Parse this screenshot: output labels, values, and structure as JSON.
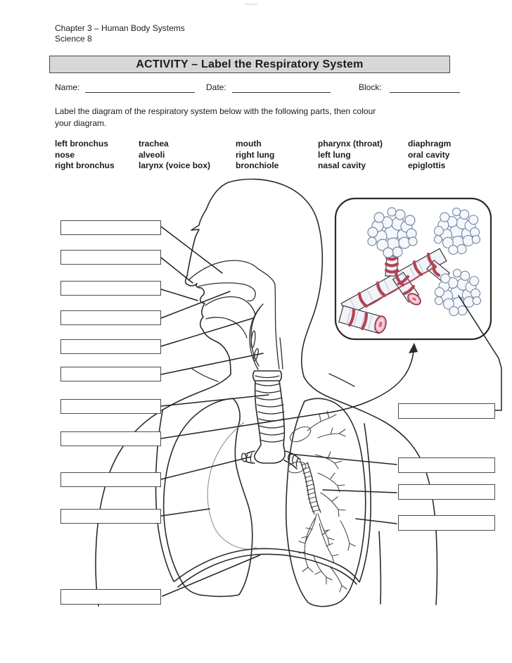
{
  "header": {
    "chapter": "Chapter 3 – Human Body Systems",
    "course": "Science 8",
    "title": "ACTIVITY – Label the Respiratory System"
  },
  "fields": {
    "name_label": "Name:",
    "date_label": "Date:",
    "block_label": "Block:"
  },
  "instructions": {
    "line1": "Label the diagram of the respiratory system below with the following parts, then colour",
    "line2": "your diagram."
  },
  "word_bank": {
    "columns": [
      {
        "items": [
          "left bronchus",
          "nose",
          "right bronchus"
        ]
      },
      {
        "items": [
          "trachea",
          "alveoli",
          "larynx (voice box)"
        ]
      },
      {
        "items": [
          "mouth",
          "right lung",
          "bronchiole"
        ]
      },
      {
        "items": [
          "pharynx (throat)",
          "left lung",
          "nasal cavity"
        ]
      },
      {
        "items": [
          "diaphragm",
          "oral cavity",
          "epiglottis"
        ]
      }
    ]
  },
  "diagram": {
    "blank_label_boxes_left": 11,
    "blank_label_boxes_right": 4,
    "inset_subject": "bronchiole and alveoli close-up",
    "colors": {
      "outline": "#2b2b2b",
      "alveoli_fill": "#f6f7fa",
      "alveoli_stroke": "#7688a6",
      "muscle_band_red": "#b14455",
      "cut_end_pink": "#f2b6c3",
      "cut_end_rim": "#8e2d40",
      "title_bar_gray": "#d7d7d7"
    }
  }
}
